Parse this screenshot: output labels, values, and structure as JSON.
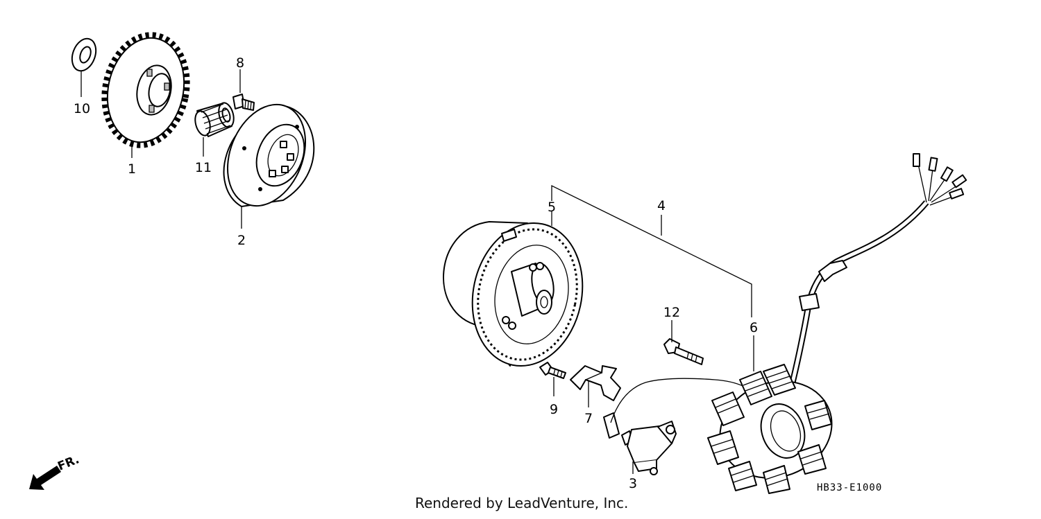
{
  "diagram": {
    "parts": [
      {
        "id": "p1",
        "label": "1"
      },
      {
        "id": "p2",
        "label": "2"
      },
      {
        "id": "p3",
        "label": "3"
      },
      {
        "id": "p4",
        "label": "4"
      },
      {
        "id": "p5",
        "label": "5"
      },
      {
        "id": "p6",
        "label": "6"
      },
      {
        "id": "p7",
        "label": "7"
      },
      {
        "id": "p8",
        "label": "8"
      },
      {
        "id": "p9",
        "label": "9"
      },
      {
        "id": "p10",
        "label": "10"
      },
      {
        "id": "p11",
        "label": "11"
      },
      {
        "id": "p12",
        "label": "12"
      }
    ],
    "direction_marker": "FR.",
    "drawing_code": "HB33-E1000",
    "credit": "Rendered by LeadVenture, Inc."
  }
}
